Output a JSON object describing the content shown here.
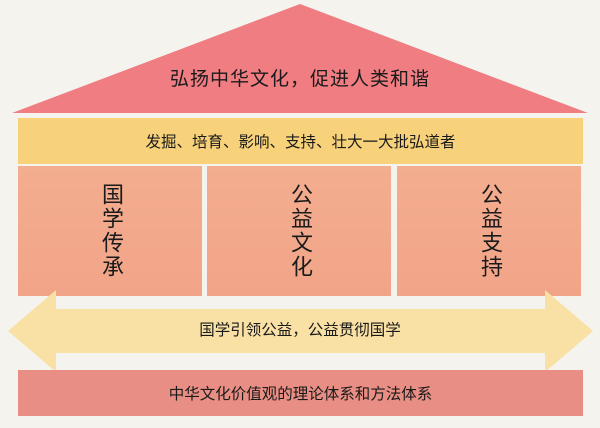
{
  "roof": {
    "title": "弘扬中华文化，促进人类和谐"
  },
  "band": {
    "text": "发掘、培育、影响、支持、壮大一大批弘道者"
  },
  "pillars": [
    {
      "label": "国学传承"
    },
    {
      "label": "公益文化"
    },
    {
      "label": "公益支持"
    }
  ],
  "arrow": {
    "text": "国学引领公益，公益贯彻国学"
  },
  "foundation": {
    "text": "中华文化价值观的理论体系和方法体系"
  },
  "colors": {
    "roof": "#ef7d82",
    "band": "#f7d27a",
    "pillar": "#f3ad8f",
    "arrow": "#f9e0a5",
    "foundation": "#e98e84",
    "background": "#f5f3ee"
  }
}
